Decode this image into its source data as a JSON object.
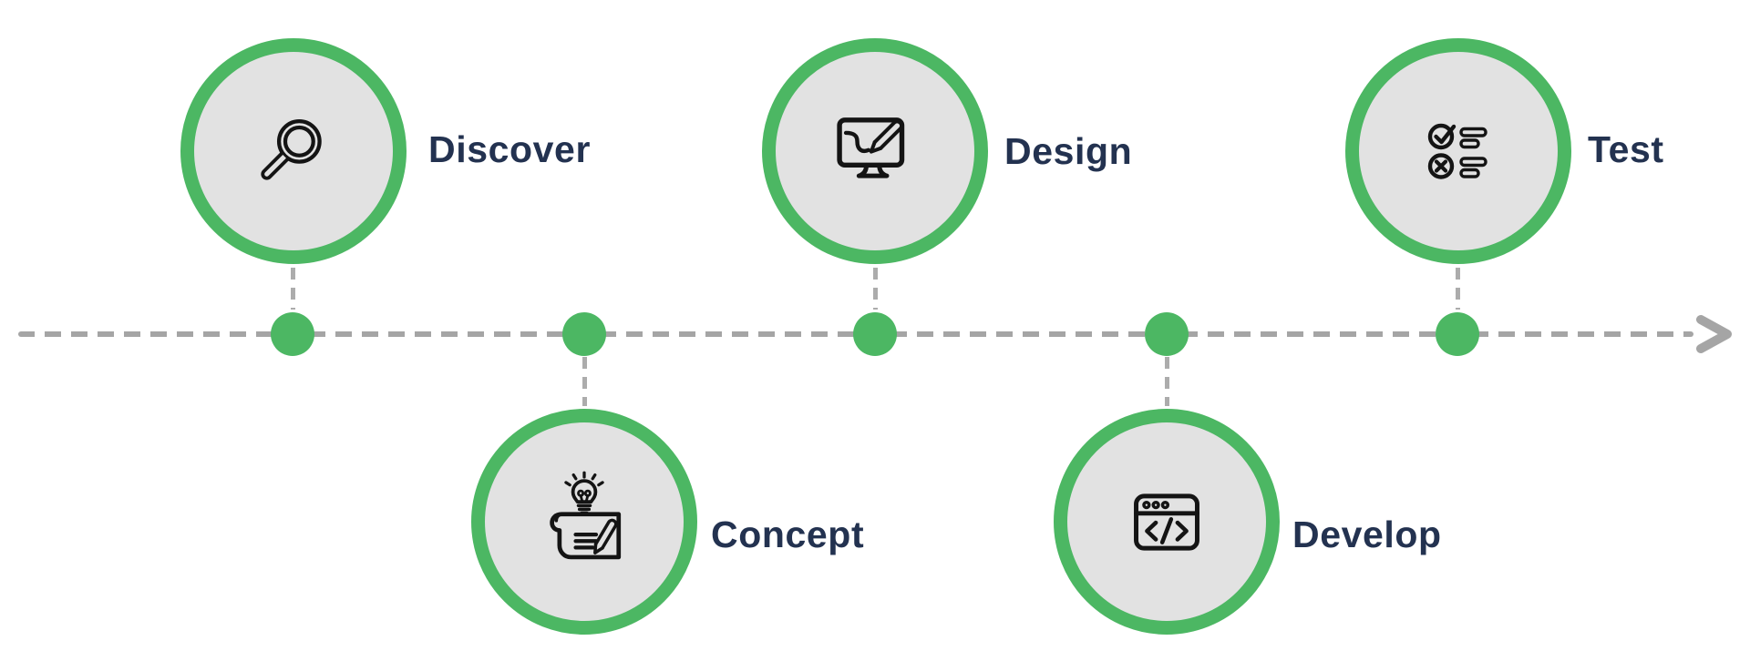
{
  "figure": {
    "type": "process-timeline",
    "direction": "left-to-right",
    "stage_count": 5
  },
  "colors": {
    "green": "#4CB763",
    "circle_fill": "#E2E2E2",
    "line": "#A5A5A5",
    "connector": "#ACACAC",
    "text": "#233250",
    "icon": "#141414",
    "bg": "#FFFFFF"
  },
  "timeline": {
    "style": "dashed",
    "arrow_direction": "right"
  },
  "stages": [
    {
      "label": "Discover",
      "position": "top",
      "icon": "magnifier-icon"
    },
    {
      "label": "Concept",
      "position": "bottom",
      "icon": "blueprint-idea-icon"
    },
    {
      "label": "Design",
      "position": "top",
      "icon": "monitor-pen-icon"
    },
    {
      "label": "Develop",
      "position": "bottom",
      "icon": "code-window-icon"
    },
    {
      "label": "Test",
      "position": "top",
      "icon": "checklist-icon"
    }
  ]
}
